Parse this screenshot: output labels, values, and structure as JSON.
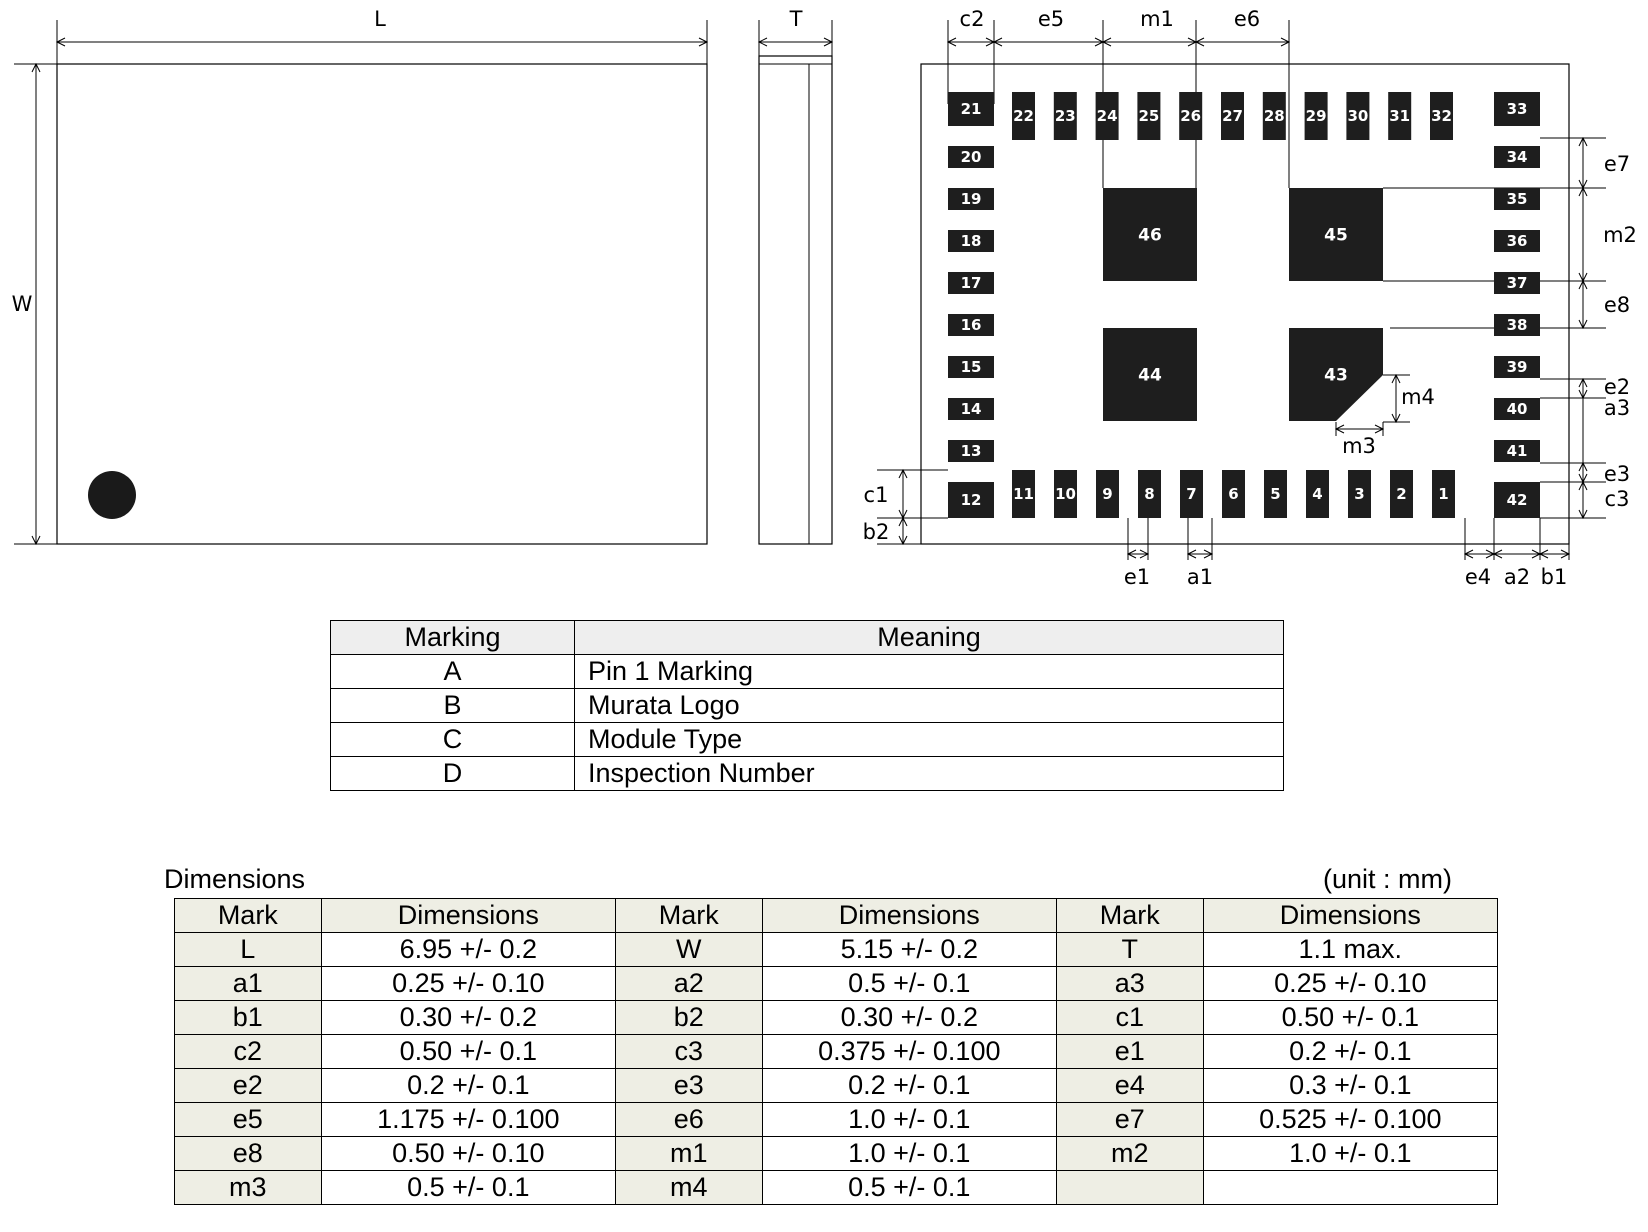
{
  "diagram": {
    "top_view_labels": {
      "L": "L",
      "W": "W",
      "T": "T"
    },
    "pad_view_labels": {
      "c2": "c2",
      "e5": "e5",
      "m1": "m1",
      "e6": "e6",
      "e7": "e7",
      "m2": "m2",
      "e8": "e8",
      "e2": "e2",
      "a3": "a3",
      "m4": "m4",
      "m3": "m3",
      "e3": "e3",
      "c3": "c3",
      "c1": "c1",
      "b2": "b2",
      "e1": "e1",
      "a1": "a1",
      "e4": "e4",
      "a2": "a2",
      "b1": "b1"
    },
    "pins": {
      "top_row": [
        "21",
        "22",
        "23",
        "24",
        "25",
        "26",
        "27",
        "28",
        "29",
        "30",
        "31",
        "32",
        "33"
      ],
      "left_col": [
        "20",
        "19",
        "18",
        "17",
        "16",
        "15",
        "14",
        "13",
        "12"
      ],
      "right_col": [
        "34",
        "35",
        "36",
        "37",
        "38",
        "39",
        "40",
        "41",
        "42"
      ],
      "bottom_row": [
        "11",
        "10",
        "9",
        "8",
        "7",
        "6",
        "5",
        "4",
        "3",
        "2",
        "1"
      ],
      "center": [
        "46",
        "45",
        "44",
        "43"
      ]
    }
  },
  "marking_table": {
    "headers": [
      "Marking",
      "Meaning"
    ],
    "rows": [
      [
        "A",
        "Pin 1 Marking"
      ],
      [
        "B",
        "Murata Logo"
      ],
      [
        "C",
        "Module Type"
      ],
      [
        "D",
        "Inspection Number"
      ]
    ]
  },
  "dimensions": {
    "title": "Dimensions",
    "unit": "(unit : mm)",
    "headers": [
      "Mark",
      "Dimensions",
      "Mark",
      "Dimensions",
      "Mark",
      "Dimensions"
    ],
    "rows": [
      [
        "L",
        "6.95 +/- 0.2",
        "W",
        "5.15 +/- 0.2",
        "T",
        "1.1 max."
      ],
      [
        "a1",
        "0.25 +/- 0.10",
        "a2",
        "0.5 +/- 0.1",
        "a3",
        "0.25 +/- 0.10"
      ],
      [
        "b1",
        "0.30 +/- 0.2",
        "b2",
        "0.30 +/- 0.2",
        "c1",
        "0.50 +/- 0.1"
      ],
      [
        "c2",
        "0.50 +/- 0.1",
        "c3",
        "0.375 +/- 0.100",
        "e1",
        "0.2 +/- 0.1"
      ],
      [
        "e2",
        "0.2 +/- 0.1",
        "e3",
        "0.2 +/- 0.1",
        "e4",
        "0.3 +/- 0.1"
      ],
      [
        "e5",
        "1.175 +/- 0.100",
        "e6",
        "1.0 +/- 0.1",
        "e7",
        "0.525 +/- 0.100"
      ],
      [
        "e8",
        "0.50 +/- 0.10",
        "m1",
        "1.0 +/- 0.1",
        "m2",
        "1.0 +/- 0.1"
      ],
      [
        "m3",
        "0.5 +/- 0.1",
        "m4",
        "0.5 +/- 0.1",
        "",
        ""
      ]
    ]
  }
}
